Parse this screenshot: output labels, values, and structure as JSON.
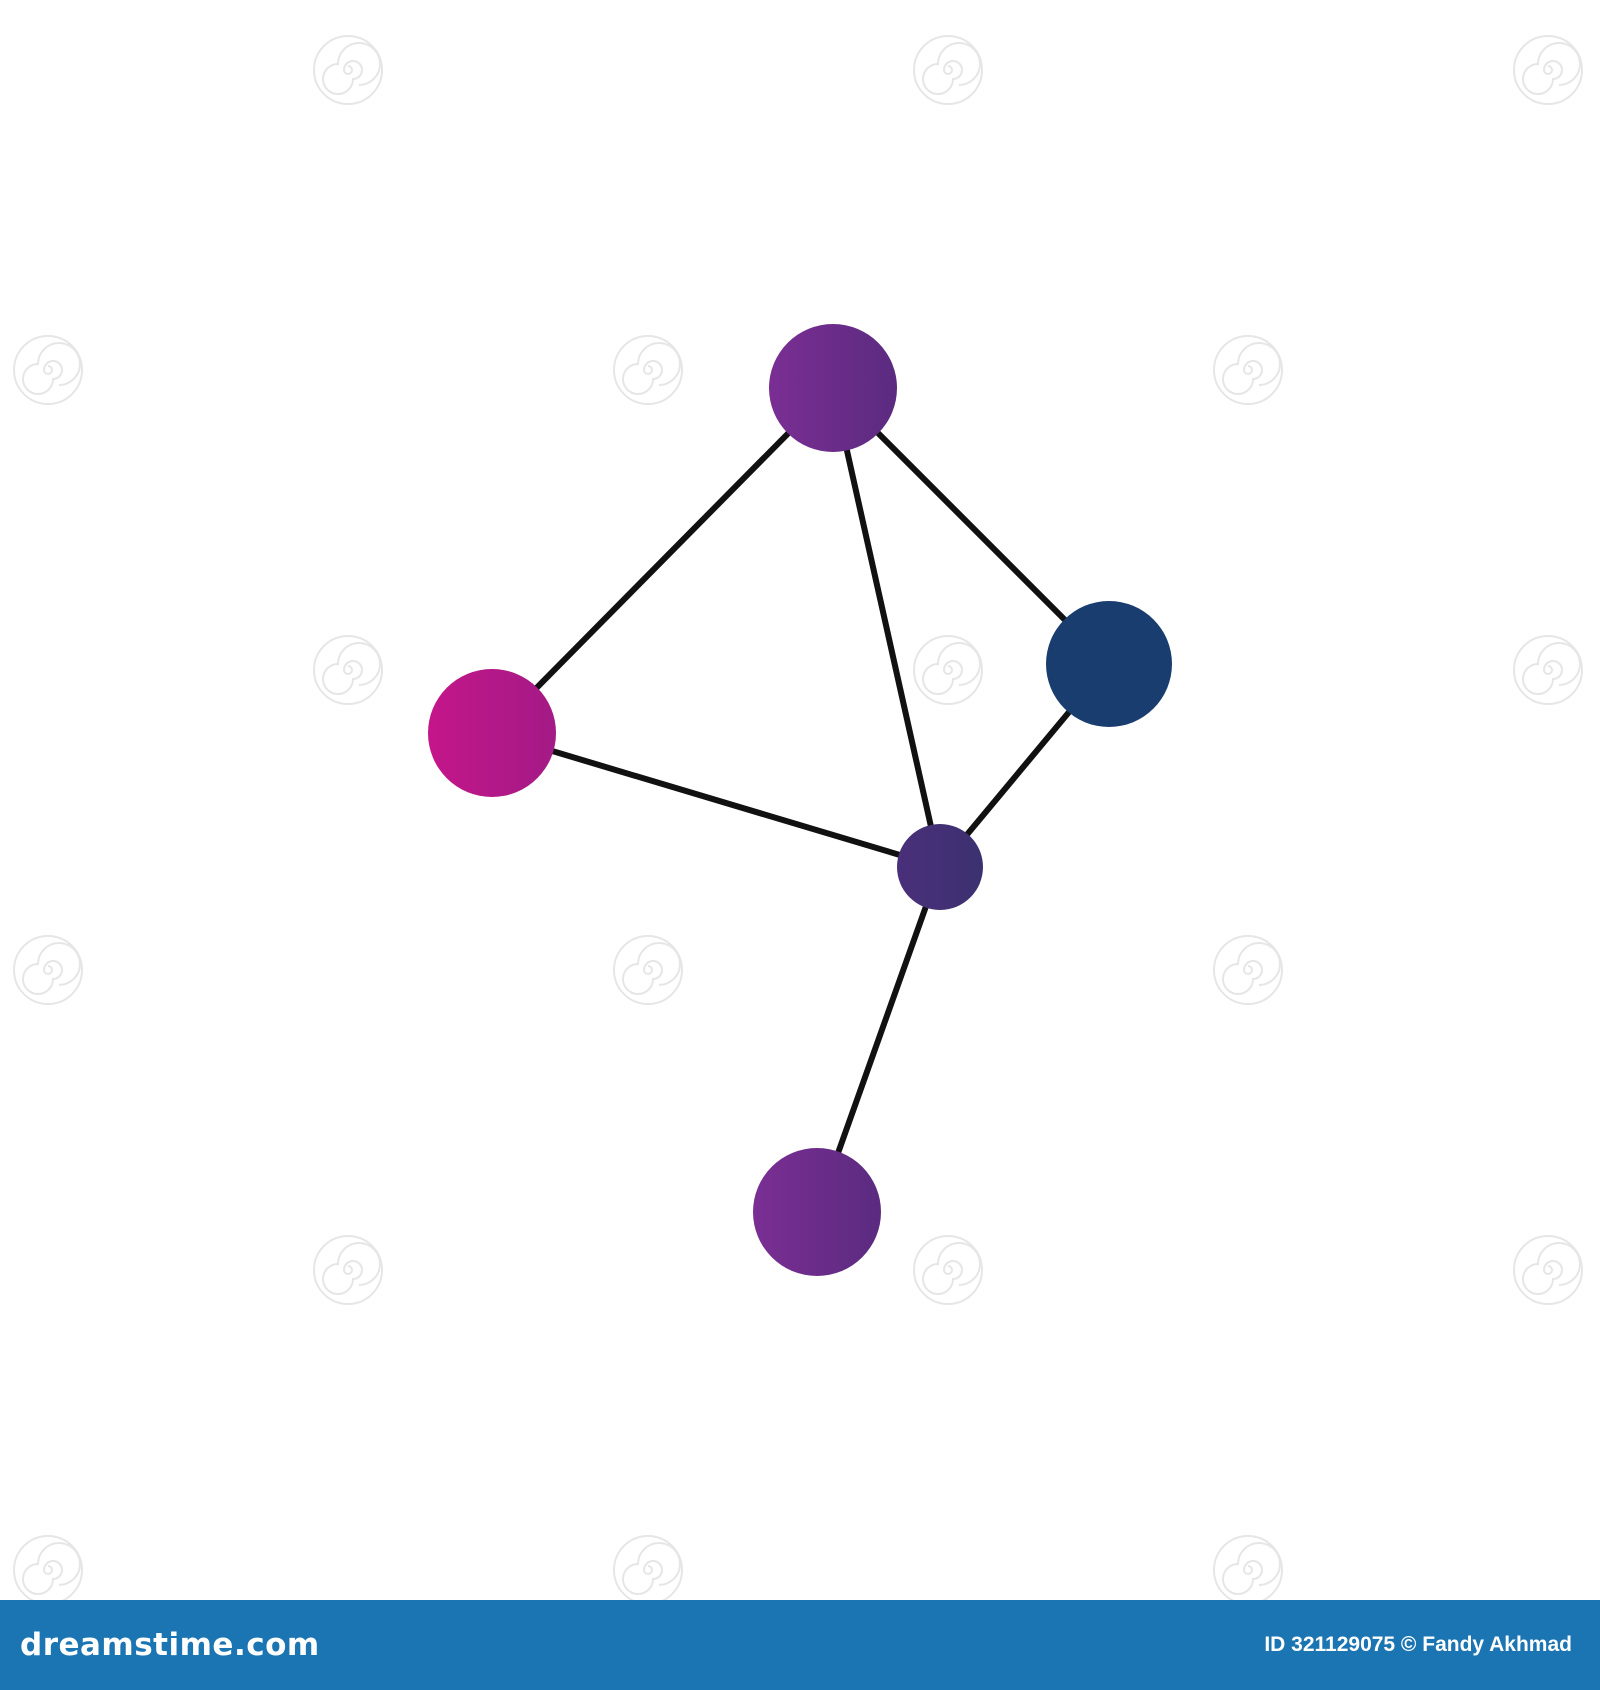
{
  "footer": {
    "brand": "dreamstime.com",
    "credit": "ID 321129075 © Fandy Akhmad",
    "background_color": "#1b75b2",
    "text_color": "#ffffff"
  },
  "graph": {
    "edge_color": "#111111",
    "nodes": [
      {
        "id": "top",
        "color_start": "#7a2e93",
        "color_end": "#5b2b80"
      },
      {
        "id": "left",
        "color_start": "#c4168a",
        "color_end": "#a31a86"
      },
      {
        "id": "right",
        "color_start": "#1a3d70",
        "color_end": "#1a3d70"
      },
      {
        "id": "center",
        "color_start": "#4a2f7a",
        "color_end": "#3c3170"
      },
      {
        "id": "bottom",
        "color_start": "#7a2e93",
        "color_end": "#5b2b80"
      }
    ],
    "edges": [
      {
        "from": "top",
        "to": "left"
      },
      {
        "from": "top",
        "to": "right"
      },
      {
        "from": "top",
        "to": "center"
      },
      {
        "from": "left",
        "to": "center"
      },
      {
        "from": "right",
        "to": "center"
      },
      {
        "from": "center",
        "to": "bottom"
      }
    ]
  }
}
